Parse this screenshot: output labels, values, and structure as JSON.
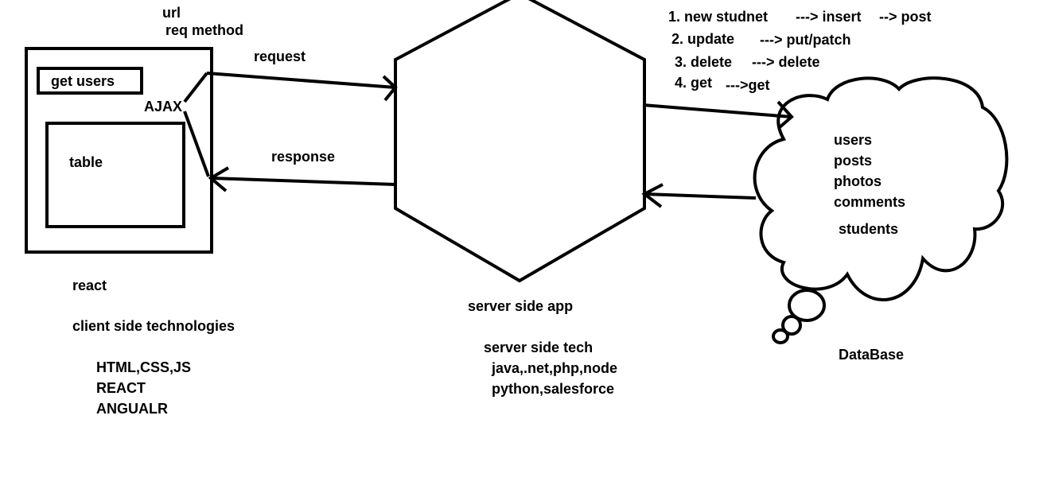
{
  "client": {
    "url_label": "url",
    "req_method_label": "req method",
    "get_users_button": "get users",
    "ajax_label": "AJAX",
    "table_label": "table",
    "react_label": "react",
    "client_side_label": "client side technologies",
    "tech_list": [
      "HTML,CSS,JS",
      "REACT",
      "ANGUALR"
    ]
  },
  "arrows": {
    "request": "request",
    "response": "response"
  },
  "server": {
    "title": "server side app",
    "tech_title": "server side tech",
    "tech_lines": [
      "java,.net,php,node",
      "python,salesforce"
    ]
  },
  "operations": [
    {
      "label": "1. new studnet",
      "sql": "---> insert",
      "http": "--> post"
    },
    {
      "label": "2. update",
      "sql": "---> put/patch"
    },
    {
      "label": "3. delete",
      "sql": "---> delete"
    },
    {
      "label": "4. get",
      "sql": "--->get"
    }
  ],
  "database": {
    "title": "DataBase",
    "tables": [
      "users",
      "posts",
      "photos",
      "comments",
      "students"
    ]
  },
  "colors": {
    "stroke": "#000000",
    "background": "#ffffff"
  }
}
